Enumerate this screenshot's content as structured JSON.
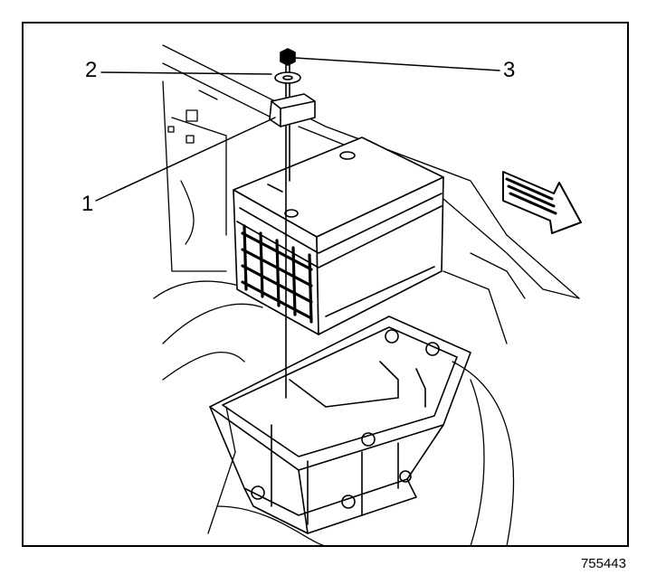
{
  "figure": {
    "number": "755443",
    "callouts": [
      {
        "id": "1",
        "label": "1"
      },
      {
        "id": "2",
        "label": "2"
      },
      {
        "id": "3",
        "label": "3"
      }
    ],
    "colors": {
      "line": "#000000",
      "background": "#ffffff"
    }
  }
}
